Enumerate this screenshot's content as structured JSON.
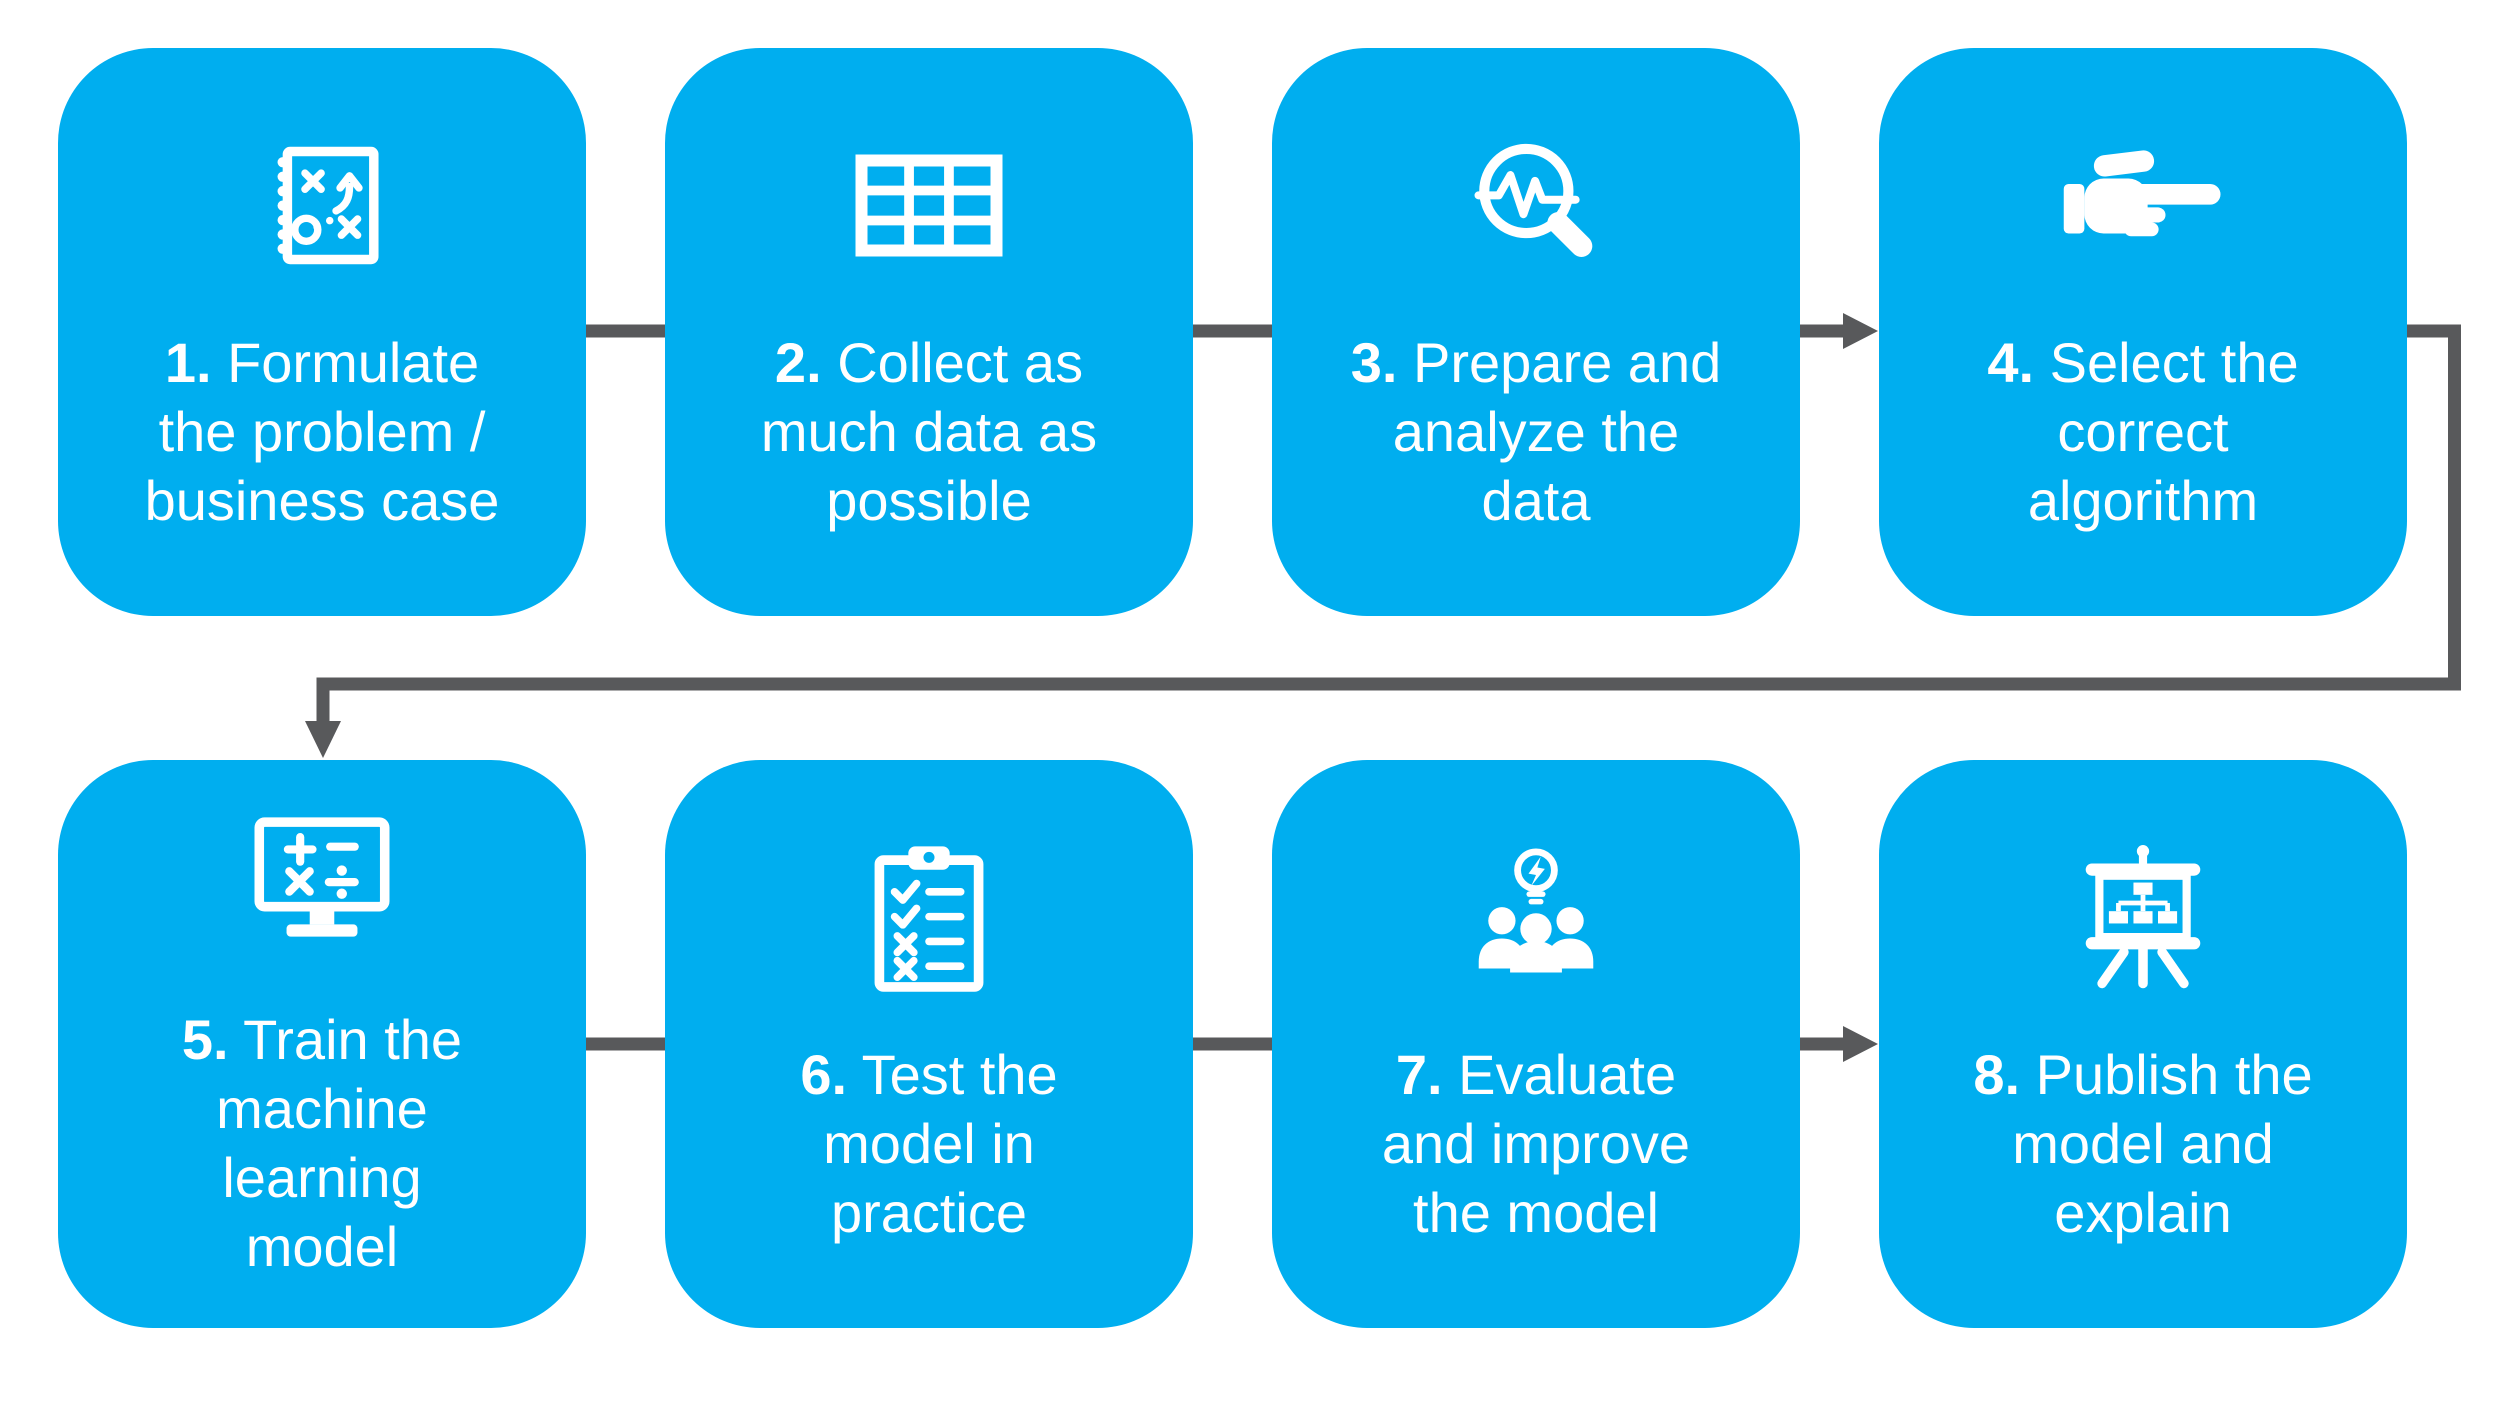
{
  "colors": {
    "box": "#00AEEF",
    "arrow": "#58595B",
    "text": "#FFFFFF",
    "background": "#FFFFFF"
  },
  "steps": [
    {
      "num": "1.",
      "lines": [
        "Formulate",
        "the problem /",
        "business case"
      ],
      "icon": "strategy-notebook-icon"
    },
    {
      "num": "2.",
      "lines": [
        "Collect as",
        "much data as",
        "possible"
      ],
      "icon": "data-table-icon"
    },
    {
      "num": "3.",
      "lines": [
        "Prepare and",
        "analyze the",
        "data"
      ],
      "icon": "magnifier-pulse-icon"
    },
    {
      "num": "4.",
      "lines": [
        "Select the",
        "correct",
        "algorithm"
      ],
      "icon": "pointing-hand-icon"
    },
    {
      "num": "5.",
      "lines": [
        "Train the",
        "machine",
        "learning",
        "model"
      ],
      "icon": "monitor-math-icon"
    },
    {
      "num": "6.",
      "lines": [
        "Test the",
        "model in",
        "practice"
      ],
      "icon": "clipboard-checklist-icon"
    },
    {
      "num": "7.",
      "lines": [
        "Evaluate",
        "and improve",
        "the model"
      ],
      "icon": "team-idea-icon"
    },
    {
      "num": "8.",
      "lines": [
        "Publish the",
        "model and",
        "explain"
      ],
      "icon": "presentation-easel-icon"
    }
  ],
  "connections": [
    {
      "from": 1,
      "to": 2,
      "arrowhead": false
    },
    {
      "from": 2,
      "to": 3,
      "arrowhead": false
    },
    {
      "from": 3,
      "to": 4,
      "arrowhead": true
    },
    {
      "from": 4,
      "to": 5,
      "arrowhead": true,
      "routing": "wrap-around"
    },
    {
      "from": 5,
      "to": 6,
      "arrowhead": false
    },
    {
      "from": 6,
      "to": 7,
      "arrowhead": false
    },
    {
      "from": 7,
      "to": 8,
      "arrowhead": true
    }
  ]
}
